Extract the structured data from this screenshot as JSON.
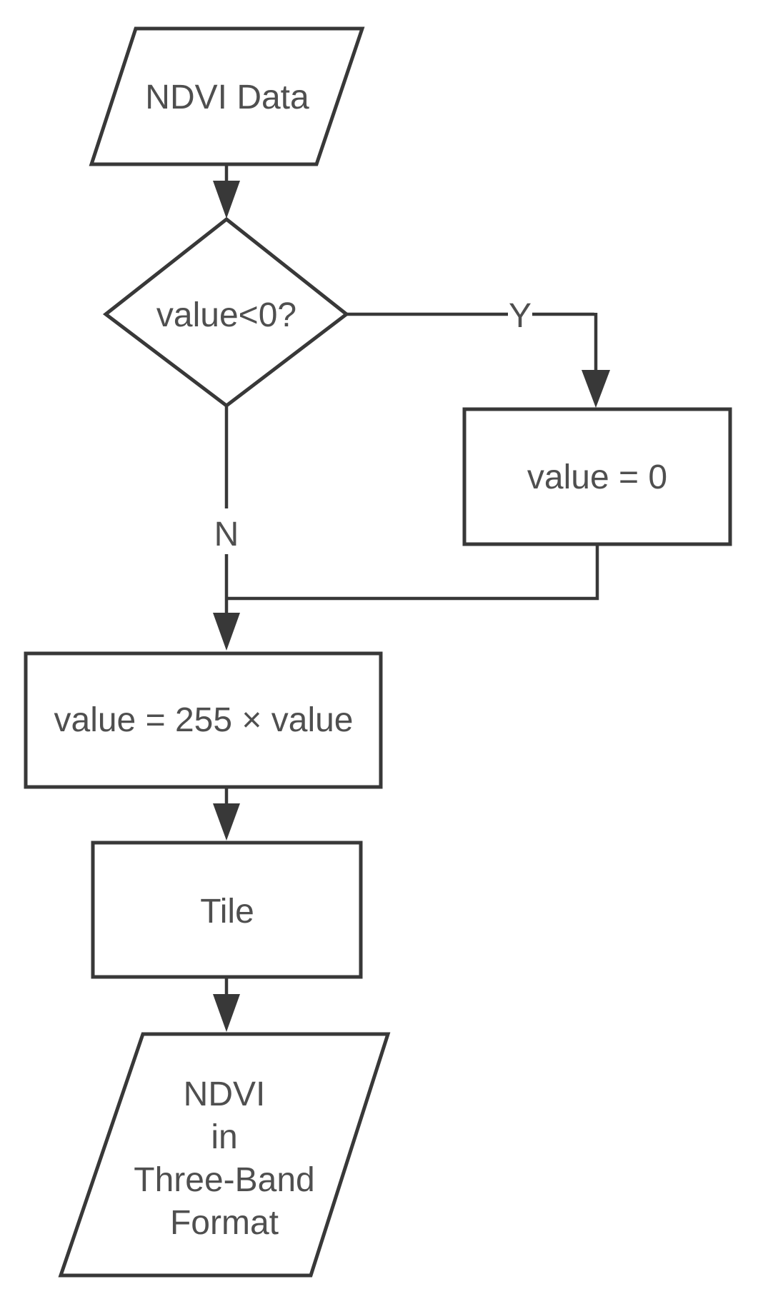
{
  "colors": {
    "background": "#ffffff",
    "line": "#383838",
    "text": "#4f4f4f"
  },
  "nodes": {
    "input": {
      "shape": "parallelogram",
      "label": "NDVI Data"
    },
    "decision": {
      "shape": "diamond",
      "label": "value<0?"
    },
    "set_zero": {
      "shape": "rectangle",
      "label": "value = 0"
    },
    "scale": {
      "shape": "rectangle",
      "label": "value = 255 × value"
    },
    "tile": {
      "shape": "rectangle",
      "label": "Tile"
    },
    "output": {
      "shape": "parallelogram",
      "lines": [
        "NDVI",
        "in",
        "Three-Band",
        "Format"
      ]
    }
  },
  "edges": {
    "yes_label": "Y",
    "no_label": "N"
  }
}
